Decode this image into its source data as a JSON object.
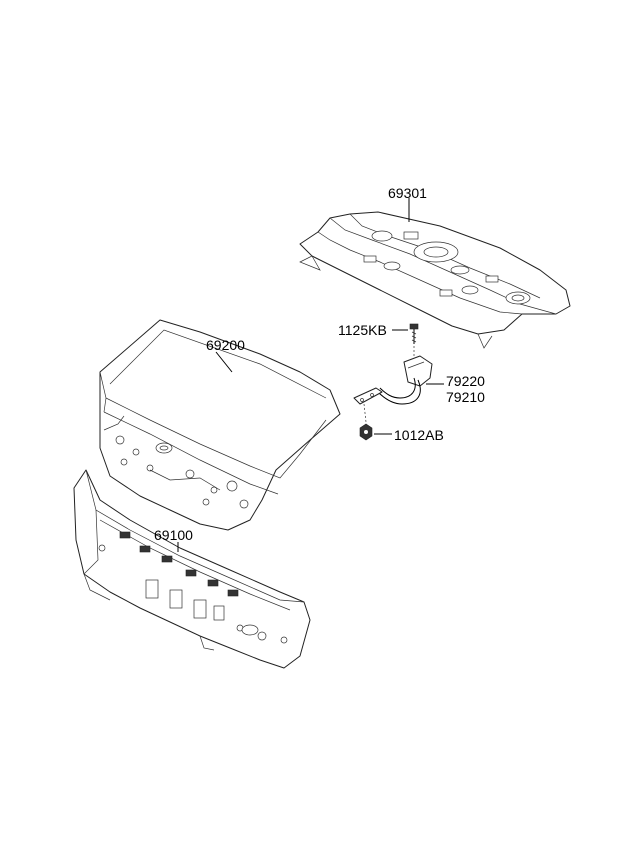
{
  "callouts": {
    "rear_shelf": "69301",
    "trunk_lid": "69200",
    "back_panel": "69100",
    "hinge_bolt": "1125KB",
    "hinge_rh": "79220",
    "hinge_lh": "79210",
    "hinge_nut": "1012AB"
  }
}
